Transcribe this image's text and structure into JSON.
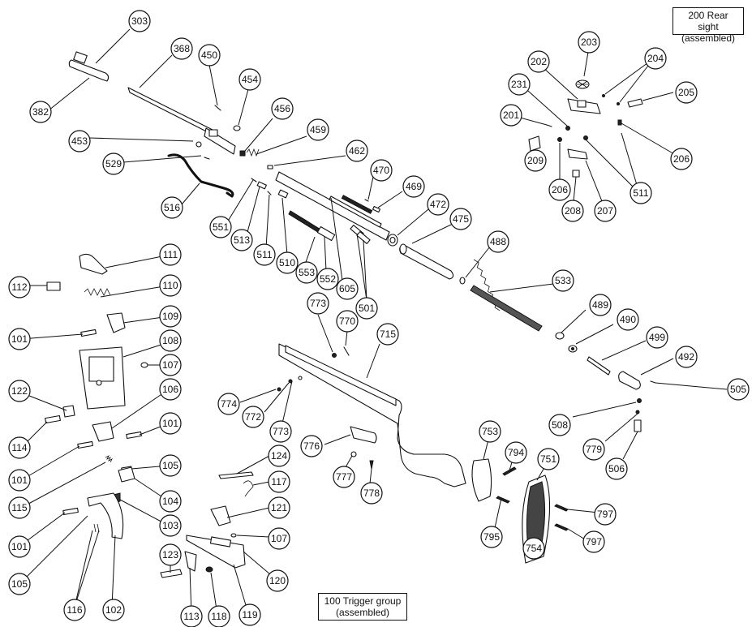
{
  "labels": {
    "rear_sight": "200 Rear sight\n(assembled)",
    "trigger_group": "100 Trigger group\n(assembled)"
  },
  "part_numbers": [
    "303",
    "382",
    "368",
    "450",
    "454",
    "456",
    "453",
    "529",
    "516",
    "459",
    "462",
    "470",
    "469",
    "551",
    "513",
    "511",
    "510",
    "553",
    "552",
    "605",
    "472",
    "475",
    "488",
    "501",
    "533",
    "203",
    "202",
    "204",
    "231",
    "205",
    "201",
    "209",
    "206",
    "206",
    "511",
    "208",
    "207",
    "111",
    "112",
    "110",
    "109",
    "101",
    "108",
    "107",
    "122",
    "106",
    "114",
    "101",
    "101",
    "115",
    "105",
    "104",
    "103",
    "101",
    "105",
    "116",
    "102",
    "124",
    "117",
    "121",
    "107",
    "123",
    "113",
    "118",
    "119",
    "120",
    "773",
    "770",
    "715",
    "774",
    "772",
    "773",
    "776",
    "777",
    "778",
    "489",
    "490",
    "499",
    "492",
    "505",
    "508",
    "779",
    "506",
    "753",
    "794",
    "751",
    "797",
    "795",
    "797",
    "754"
  ]
}
